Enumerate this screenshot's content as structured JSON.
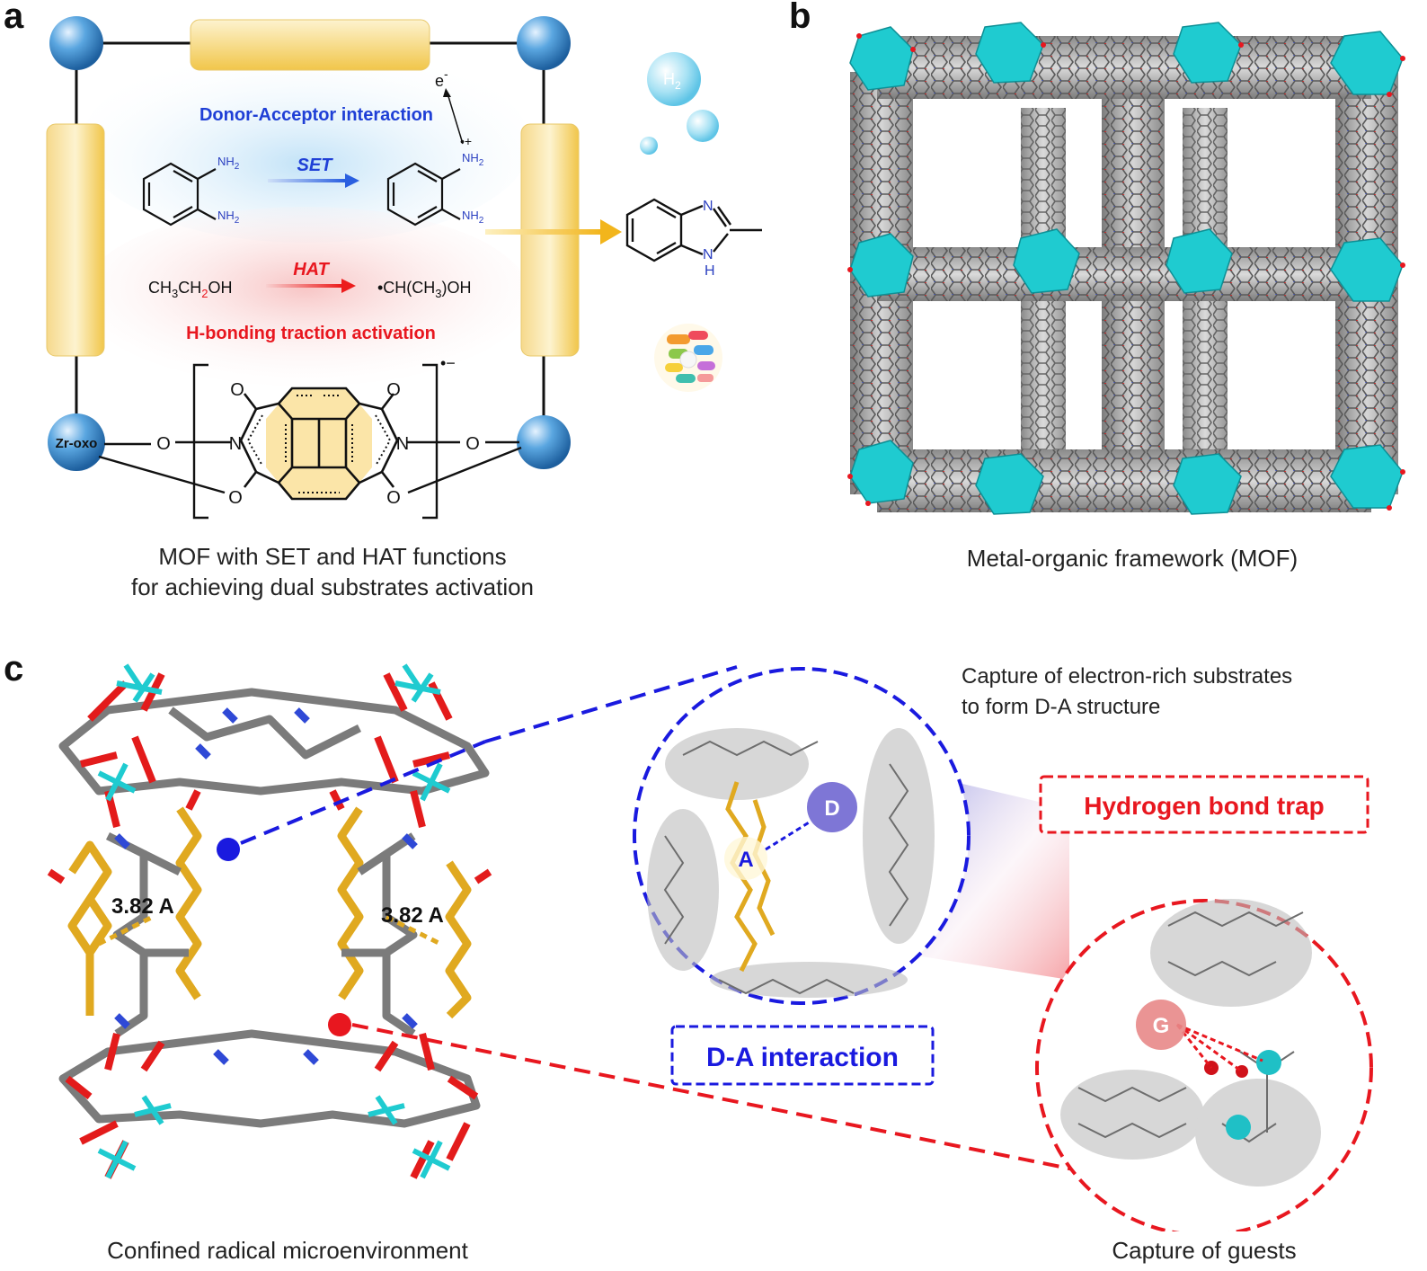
{
  "panels": {
    "a": {
      "letter": "a",
      "top_label": "Donor-Acceptor interaction",
      "electron": "e",
      "electron_sup": "-",
      "set_label": "SET",
      "hat_label": "HAT",
      "nh2": "NH",
      "nh2_sub": "2",
      "radical_mark": "•+",
      "ethanol_pre": "CH",
      "ethanol_s1": "3",
      "ethanol_mid": "CH",
      "ethanol_s2": "2",
      "ethanol_post": "OH",
      "product_radical": "•CH(CH",
      "product_s": "3",
      "product_post": ")OH",
      "hbond_label": "H-bonding traction activation",
      "h2_label": "H",
      "h2_sub": "2",
      "benz_n": "N",
      "benz_nh": "N",
      "benz_h": "H",
      "o_atom": "O",
      "n_atom": "N",
      "zr_label": "Zr-oxo",
      "anion_mark": "•−",
      "caption_line1": "MOF with SET and HAT functions",
      "caption_line2": "for achieving dual substrates activation"
    },
    "b": {
      "letter": "b",
      "caption": "Metal-organic framework (MOF)"
    },
    "c": {
      "letter": "c",
      "distance_left": "3.82 A",
      "distance_right": "3.82 A",
      "capture_line1": "Capture of electron-rich substrates",
      "capture_line2": "to form D-A structure",
      "d_label": "D",
      "a_label": "A",
      "g_label": "G",
      "hbond_trap": "Hydrogen bond trap",
      "da_interaction": "D-A interaction",
      "caption_left": "Confined radical microenvironment",
      "caption_right": "Capture of guests"
    }
  },
  "colors": {
    "blue_accent": "#1a1adf",
    "red_accent": "#e8171f",
    "gold": "#f1c64a",
    "sphere_blue": "#3a8fd6",
    "cyan": "#1fcbd0",
    "d_purple": "#7e76d6",
    "g_pink": "#e88888"
  }
}
